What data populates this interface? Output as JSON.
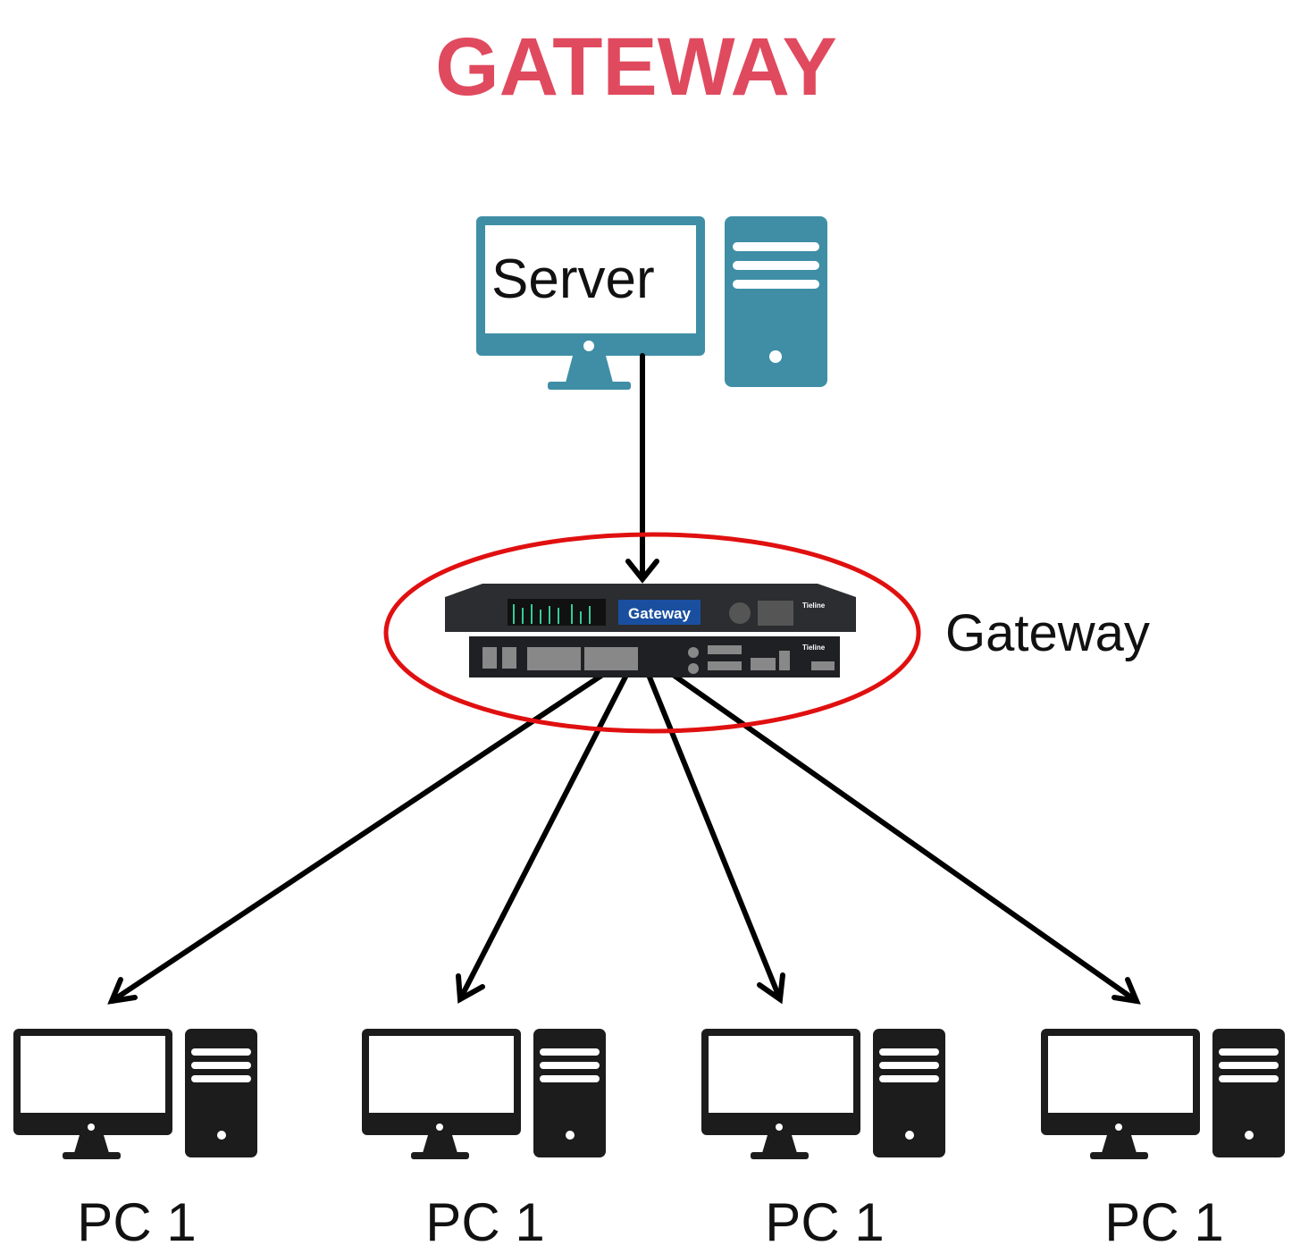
{
  "title": "GATEWAY",
  "server": {
    "label": "Server"
  },
  "gateway": {
    "label": "Gateway",
    "screen_text": "Gateway",
    "brand": "Tieline"
  },
  "pcs": [
    {
      "label": "PC 1"
    },
    {
      "label": "PC 1"
    },
    {
      "label": "PC 1"
    },
    {
      "label": "PC 1"
    }
  ],
  "colors": {
    "title": "#e04a5f",
    "server": "#3f8ea6",
    "pc": "#1c1c1c",
    "highlight": "#e01010",
    "arrow": "#000000"
  }
}
